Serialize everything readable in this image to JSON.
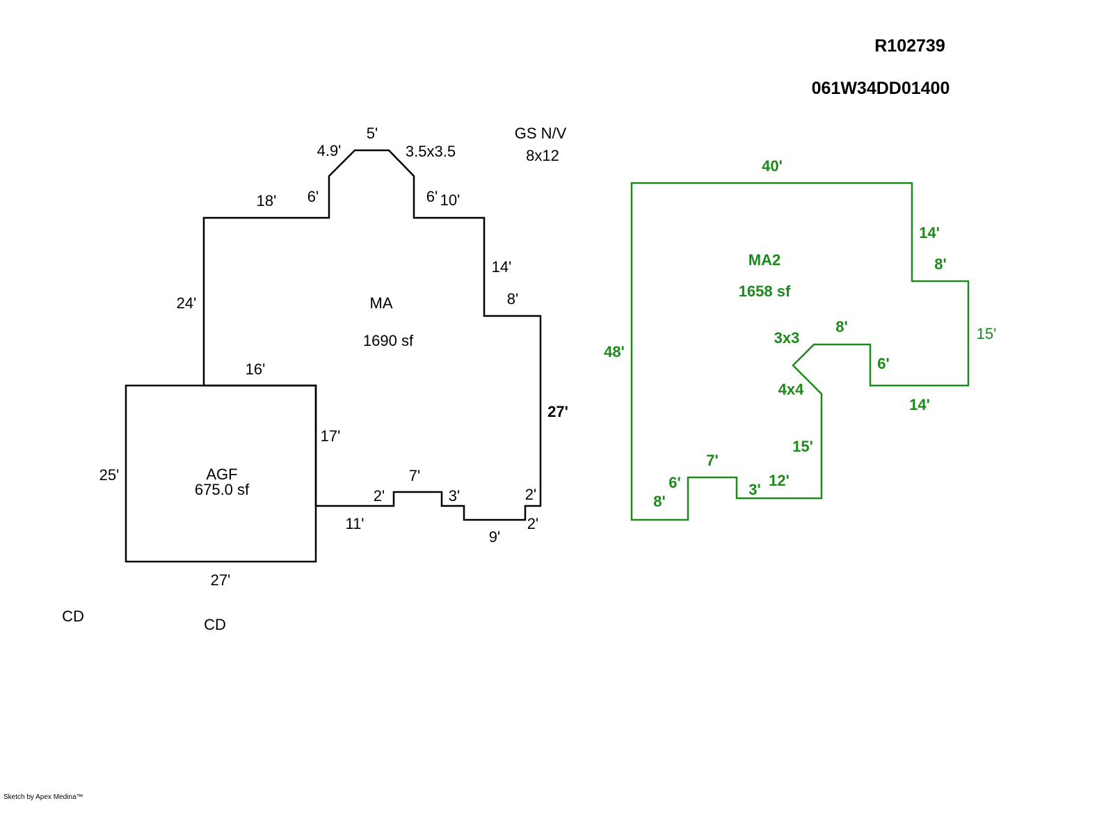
{
  "header": {
    "account_id": "R102739",
    "map_tax_lot": "061W34DD01400"
  },
  "footer": {
    "credit": "Sketch by Apex Medina™"
  },
  "colors": {
    "main": "#000000",
    "addition": "#1a8a1a"
  },
  "areas": {
    "ma": {
      "name": "MA",
      "area": "1690 sf"
    },
    "agf": {
      "name": "AGF",
      "area": "675.0 sf"
    },
    "ma2": {
      "name": "MA2",
      "area": "1658 sf"
    }
  },
  "notes": {
    "gs_label": "GS  N/V",
    "gs_size": "8x12",
    "cd_left": "CD",
    "cd_right": "CD"
  },
  "dimensions": {
    "ma": [
      "5'",
      "4.9'",
      "3.5x3.5",
      "6'",
      "6'",
      "10'",
      "18'",
      "14'",
      "8'",
      "24'",
      "16'",
      "27'",
      "17'",
      "2'",
      "7'",
      "3'",
      "2'",
      "11'",
      "2'",
      "9'"
    ],
    "agf": [
      "25'",
      "27'"
    ],
    "ma2": [
      "40'",
      "14'",
      "8'",
      "15'",
      "48'",
      "3x3",
      "8'",
      "6'",
      "4x4",
      "14'",
      "15'",
      "7'",
      "6'",
      "12'",
      "3'",
      "8'"
    ]
  }
}
